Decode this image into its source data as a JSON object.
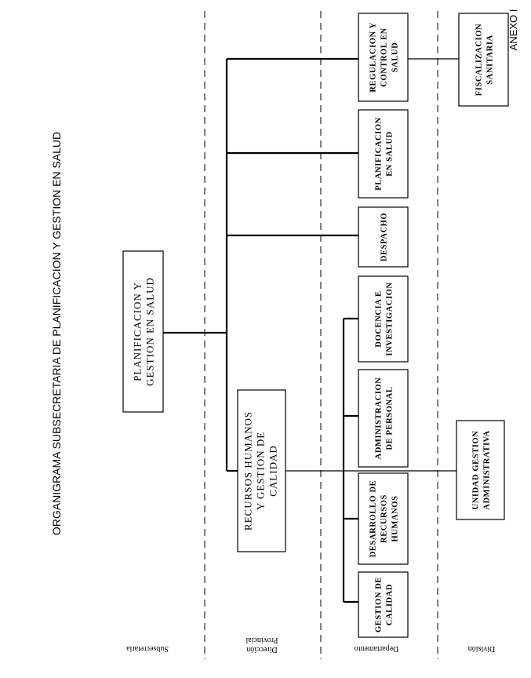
{
  "annex_label": "ANEXO I",
  "title": "ORGANIGRAMA SUBSECRETARIA DE PLANIFICACION Y GESTION EN SALUD",
  "levels": {
    "subsecretaria": "Subsecretaria",
    "direccion_line1": "Dirección",
    "direccion_line2": "Provincial",
    "departamento": "Departamento",
    "division": "División"
  },
  "units": {
    "planificacion_gestion": [
      "PLANIFICACION Y",
      "GESTION EN SALUD"
    ],
    "recursos_humanos": [
      "RECURSOS HUMANOS",
      "Y GESTION DE",
      "CALIDAD"
    ],
    "regulacion_control": [
      "REGULACION Y",
      "CONTROL EN",
      "SALUD"
    ],
    "planificacion_salud": [
      "PLANIFICACION",
      "EN SALUD"
    ],
    "despacho": [
      "DESPACHO"
    ],
    "docencia": [
      "DOCENCIA E",
      "INVESTIGACION"
    ],
    "administracion_personal": [
      "ADMINISTRACION",
      "DE PERSONAL"
    ],
    "desarrollo_rrhh": [
      "DESARROLLO DE",
      "RECURSOS",
      "HUMANOS"
    ],
    "gestion_calidad": [
      "GESTION DE",
      "CALIDAD"
    ],
    "fiscalizacion": [
      "FISCALIZACION",
      "SANITARIA"
    ],
    "unidad_gestion": [
      "UNIDAD GESTION",
      "ADMINISTRATIVA"
    ]
  }
}
